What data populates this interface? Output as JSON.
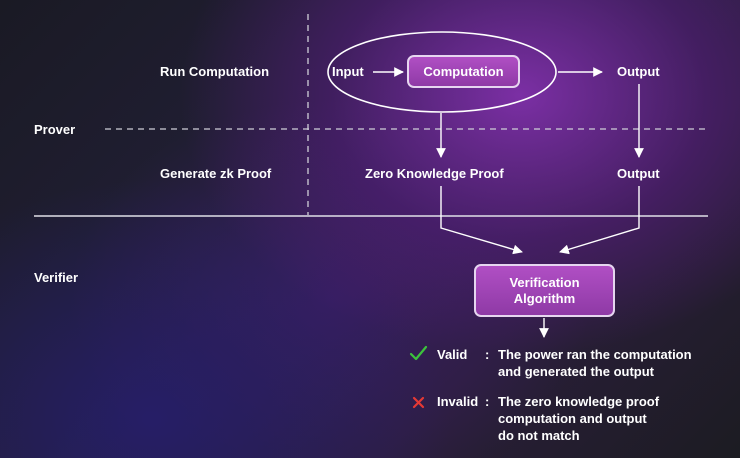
{
  "rows": {
    "run_computation": "Run Computation",
    "prover": "Prover",
    "generate_proof": "Generate zk Proof",
    "verifier": "Verifier"
  },
  "nodes": {
    "input": "Input",
    "computation": "Computation",
    "output_top": "Output",
    "zk_proof": "Zero Knowledge Proof",
    "output_mid": "Output",
    "verification_line1": "Verification",
    "verification_line2": "Algorithm"
  },
  "results": {
    "valid": {
      "icon": "check-icon",
      "color": "#3cc33c",
      "label": "Valid",
      "separator": ":",
      "lines": [
        "The power ran the computation",
        "and generated the output"
      ]
    },
    "invalid": {
      "icon": "cross-icon",
      "color": "#e53935",
      "label": "Invalid",
      "separator": ":",
      "lines": [
        "The zero knowledge proof",
        "computation and output",
        "do not match"
      ]
    }
  }
}
